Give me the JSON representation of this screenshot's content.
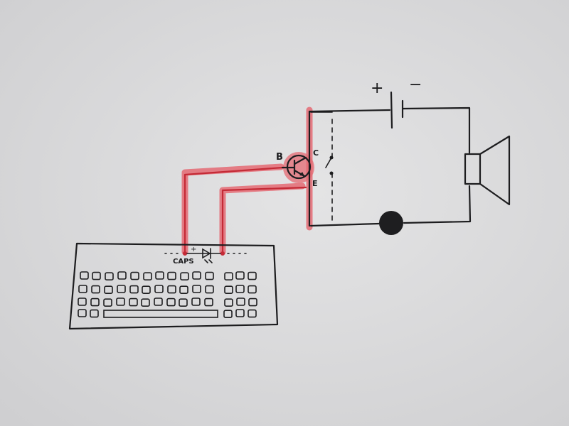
{
  "colors": {
    "paper": "#d9d9da",
    "ink": "#1d1d1f",
    "highlight": "#e46a73",
    "red_wire": "#c42a36"
  },
  "labels": {
    "battery_plus": "+",
    "battery_minus": "−",
    "base": "B",
    "collector": "C",
    "emitter": "E",
    "caps": "CAPS",
    "led_plus": "+"
  },
  "icons": {
    "battery": "battery-icon",
    "speaker": "speaker-icon",
    "transistor": "npn-transistor-icon",
    "switch": "switch-icon",
    "led": "led-diode-icon",
    "keyboard": "keyboard-icon",
    "dot": "solid-dot-icon"
  }
}
